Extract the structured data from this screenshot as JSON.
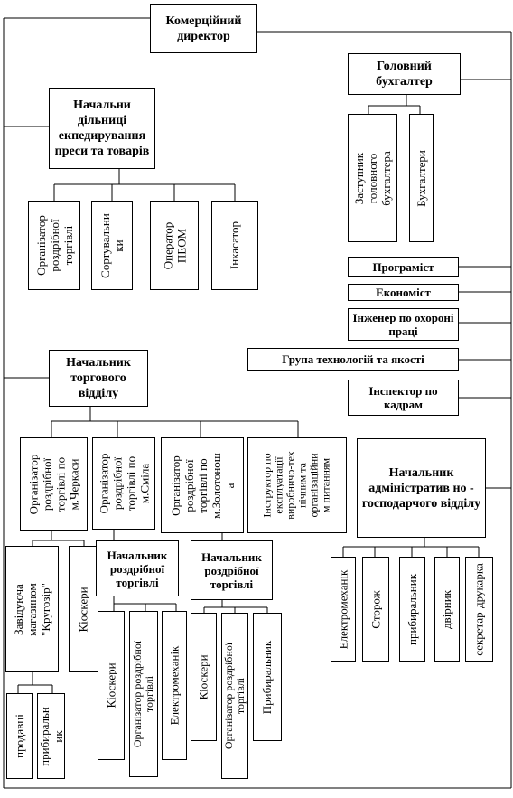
{
  "director": "Комерційний директор",
  "chief_accountant": {
    "title": "Головний бухгалтер",
    "subs": [
      "Заступник\nголовного\nбухгалтера",
      "Бухгалтери"
    ]
  },
  "expedition_head": {
    "title": "Начальни дільниці екпедирування преси та товарів",
    "subs": [
      "Організатор\nроздрібної\nторгівлі",
      "Сортувальни\nки",
      "Оператор\nПЕОМ",
      "Інкасатор"
    ]
  },
  "staff": {
    "programmer": "Програміст",
    "economist": "Економіст",
    "labor_engineer": "Інженер по охороні праці",
    "tech_group": "Група технологій та якості",
    "hr_inspector": "Інспектор по кадрам"
  },
  "trade_head": {
    "title": "Начальник торгового відділу",
    "organizers": [
      "Організатор\nроздрібної\nторгівлі по\nм.Черкаси",
      "Організатор\nроздрібної\nторгівлі по\nм.Сміла",
      "Організатор\nроздрібної\nторгівлі по\nм.Золотонош\nа",
      "Інструктор по\nексплуатації\nвиробничо-тех\nнічним та\nорганізаційни\nм питанням"
    ]
  },
  "cherkasy": {
    "store_manager": "Завідуюча\nмагазином\n\"Кругозір\"",
    "kiosks": "Кіоскери",
    "store_staff": [
      "продавці",
      "прибиральн\nик"
    ]
  },
  "retail_head_1": {
    "title": "Начальник роздрібної торгівлі",
    "subs": [
      "Кіоскери",
      "Організатор роздрібної\nторгівлі",
      "Електромеханік"
    ]
  },
  "retail_head_2": {
    "title": "Начальник роздрібної торгівлі",
    "subs": [
      "Кіоскери",
      "Організатор роздрібної\nторгівлі",
      "Прибиральник"
    ]
  },
  "admin_head": {
    "title": "Начальник адміністратив но - господарчого відділу",
    "subs": [
      "Електромеханік",
      "Сторож",
      "прибиральник",
      "двірник",
      "секретар-друкарка"
    ]
  }
}
